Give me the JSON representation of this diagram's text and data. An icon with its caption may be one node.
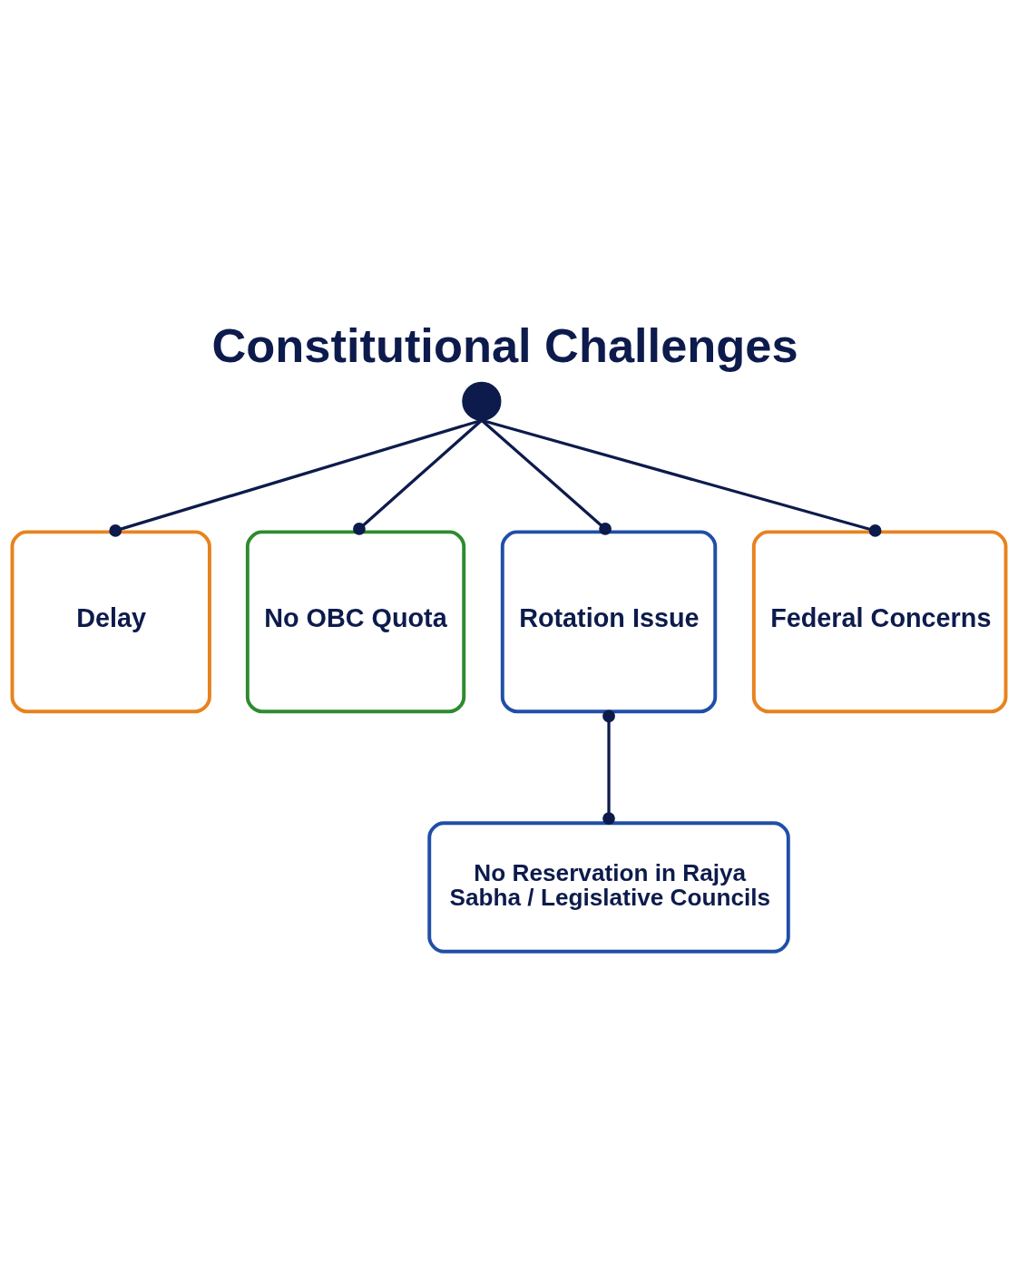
{
  "diagram": {
    "title": "Constitutional Challenges",
    "nodes": [
      {
        "text": [],
        "shape": "circle"
      },
      {
        "text": [
          "Delay"
        ]
      },
      {
        "text": [
          "No OBC Quota"
        ]
      },
      {
        "text": [
          "Rotation Issue"
        ]
      },
      {
        "text": [
          "Federal Concerns"
        ]
      },
      {
        "text": [
          "No Reservation in Rajya Sabha / Legislative Councils"
        ]
      }
    ],
    "edges": [
      {
        "from": 0,
        "to": 1,
        "arrow": "other"
      },
      {
        "from": 0,
        "to": 2,
        "arrow": "other"
      },
      {
        "from": 0,
        "to": 3,
        "arrow": "other"
      },
      {
        "from": 0,
        "to": 4,
        "arrow": "other"
      },
      {
        "from": 3,
        "to": 5,
        "arrow": "other"
      }
    ]
  }
}
